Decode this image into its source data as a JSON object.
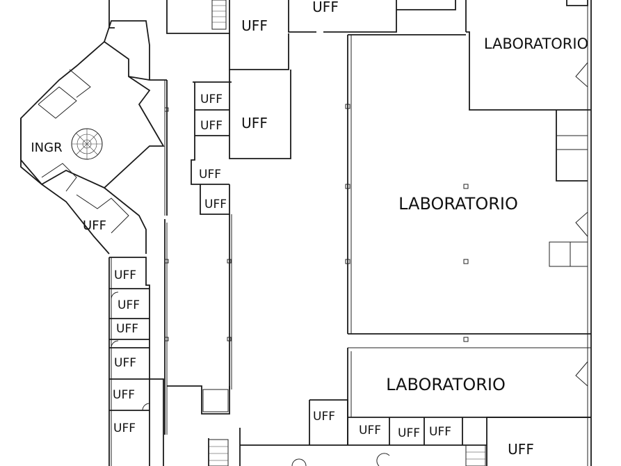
{
  "labels": {
    "uff_top": "UFF",
    "uff_upper": "UFF",
    "uff_mid": "UFF",
    "uff_small_1": "UFF",
    "uff_small_2": "UFF",
    "uff_small_3": "UFF",
    "uff_small_4": "UFF",
    "ingr": "INGR",
    "uff_wing": "UFF",
    "uff_col_1": "UFF",
    "uff_col_2": "UFF",
    "uff_col_3": "UFF",
    "uff_col_4": "UFF",
    "uff_col_5": "UFF",
    "uff_col_6": "UFF",
    "lab_top_right": "LABORATORIO",
    "lab_main": "LABORATORIO",
    "lab_lower": "LABORATORIO",
    "uff_bottom_1": "UFF",
    "uff_bottom_2": "UFF",
    "uff_bottom_3": "UFF",
    "uff_bottom_4": "UFF",
    "uff_bottom_right": "UFF"
  }
}
